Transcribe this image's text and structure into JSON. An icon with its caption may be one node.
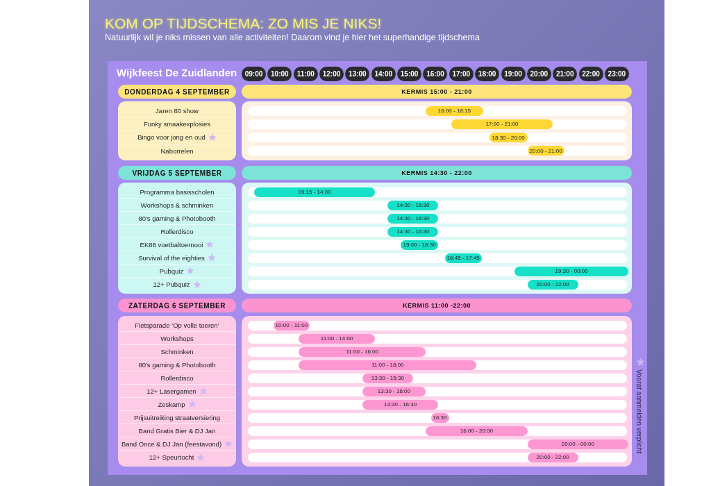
{
  "diagram": {
    "title": "KOM OP TIJDSCHEMA: ZO MIS JE NIKS!",
    "nodes": [
      {
        "text": [
          "Wijkfeest De Zuidlanden"
        ]
      },
      {
        "text": [
          "09:00"
        ],
        "in": 0
      },
      {
        "text": [
          "10:00"
        ],
        "in": 0
      },
      {
        "text": [
          "11:00"
        ],
        "in": 0
      },
      {
        "text": [
          "12:00"
        ],
        "in": 0
      },
      {
        "text": [
          "13:00"
        ],
        "in": 0
      },
      {
        "text": [
          "14:00"
        ],
        "in": 0
      },
      {
        "text": [
          "15:00"
        ],
        "in": 0
      },
      {
        "text": [
          "16:00"
        ],
        "in": 0
      },
      {
        "text": [
          "17:00"
        ],
        "in": 0
      },
      {
        "text": [
          "18:00"
        ],
        "in": 0
      },
      {
        "text": [
          "19:00"
        ],
        "in": 0
      },
      {
        "text": [
          "20:00"
        ],
        "in": 0
      },
      {
        "text": [
          "21:00"
        ],
        "in": 0
      },
      {
        "text": [
          "22:00"
        ],
        "in": 0
      },
      {
        "text": [
          "23:00"
        ],
        "in": 0
      },
      {
        "text": [
          "DONDERDAG 4 SEPTEMBER"
        ],
        "in": 0
      },
      {
        "text": [
          "KERMIS 15:00 - 21:00"
        ],
        "in": 0
      },
      {
        "text": [],
        "shape": "box",
        "in": 0
      },
      {
        "text": [
          "Jaren 80 show"
        ],
        "in": 18
      },
      {
        "text": [
          "Funky smaakexplosies"
        ],
        "in": 18
      },
      {
        "text": [
          "Bingo voor jong en oud"
        ],
        "in": 18
      },
      {
        "text": [
          "Naborrelen"
        ],
        "in": 18
      },
      {
        "text": [],
        "shape": "box",
        "in": 0
      },
      {
        "text": [
          "16:00 - 18:15"
        ],
        "in": 23
      },
      {
        "text": [
          "17:00 - 21:00"
        ],
        "in": 23
      },
      {
        "text": [
          "18:30 - 20:00"
        ],
        "in": 23
      },
      {
        "text": [
          "20:00 - 21:00"
        ],
        "in": 23
      },
      {
        "text": [
          "VRIJDAG 5 SEPTEMBER"
        ],
        "in": 0
      },
      {
        "text": [
          "KERMIS 14:30 - 22:00"
        ],
        "in": 0
      },
      {
        "text": [],
        "shape": "box",
        "in": 0
      },
      {
        "text": [
          "Programma basisscholen"
        ],
        "in": 30
      },
      {
        "text": [
          "Workshops & schminken"
        ],
        "in": 30
      },
      {
        "text": [
          "80's gaming & Photobooth"
        ],
        "in": 30
      },
      {
        "text": [
          "Rollerdisco"
        ],
        "in": 30
      },
      {
        "text": [
          "EK88 voetbaltoernooi"
        ],
        "in": 30
      },
      {
        "text": [
          "Survival of the eighties"
        ],
        "in": 30
      },
      {
        "text": [
          "Pubquiz"
        ],
        "in": 30
      },
      {
        "text": [
          "12+ Pubquiz"
        ],
        "in": 30
      },
      {
        "text": [],
        "shape": "box",
        "in": 0
      },
      {
        "text": [
          "09:15 - 14:00"
        ],
        "in": 39
      },
      {
        "text": [
          "14:30 - 16:30"
        ],
        "in": 39
      },
      {
        "text": [
          "14:30 - 16:30"
        ],
        "in": 39
      },
      {
        "text": [
          "14:30 - 16:30"
        ],
        "in": 39
      },
      {
        "text": [
          "15:00 - 16:30"
        ],
        "in": 39
      },
      {
        "text": [
          "16:45 - 17:45"
        ],
        "in": 39
      },
      {
        "text": [
          "19:30 - 00:00"
        ],
        "in": 39
      },
      {
        "text": [
          "20:00 - 22:00"
        ],
        "in": 39
      },
      {
        "text": [
          "ZATERDAG 6 SEPTEMBER"
        ],
        "in": 0
      },
      {
        "text": [
          "KERMIS 11:00 -22:00"
        ],
        "in": 0
      },
      {
        "text": [],
        "shape": "box",
        "in": 0
      },
      {
        "text": [
          "Fietsparade ‘Op volle toeren’"
        ],
        "in": 50
      },
      {
        "text": [
          "Workshops"
        ],
        "in": 50
      },
      {
        "text": [
          "Schminken"
        ],
        "in": 50
      },
      {
        "text": [
          "80's gaming & Photobooth"
        ],
        "in": 50
      },
      {
        "text": [
          "Rollerdisco"
        ],
        "in": 50
      },
      {
        "text": [
          "12+ Lasergamen"
        ],
        "in": 50
      },
      {
        "text": [
          "Zeskamp"
        ],
        "in": 50
      },
      {
        "text": [
          "Prijsuitreiking straatversiering"
        ],
        "in": 50
      },
      {
        "text": [
          "Band Gratis Bier & DJ Jan"
        ],
        "in": 50
      },
      {
        "text": [
          "Band Once & DJ Jan (feestavond)"
        ],
        "in": 50
      },
      {
        "text": [
          "12+ Speurtocht"
        ],
        "in": 50
      },
      {
        "text": [],
        "shape": "box",
        "in": 0
      },
      {
        "text": [
          "10:00 - 11:00"
        ],
        "in": 62
      },
      {
        "text": [
          "11:00 - 14:00"
        ],
        "in": 62
      },
      {
        "text": [
          "11:00 - 16:00"
        ],
        "in": 62
      },
      {
        "text": [
          "11:00 - 18:00"
        ],
        "in": 62
      },
      {
        "text": [
          "13:30 - 15:30"
        ],
        "in": 62
      },
      {
        "text": [
          "13:30 - 16:00"
        ],
        "in": 62
      },
      {
        "text": [
          "13:30 - 16:30"
        ],
        "in": 62
      },
      {
        "text": [
          "16:30"
        ],
        "in": 62
      },
      {
        "text": [
          "16:00 - 20:00"
        ],
        "in": 62
      },
      {
        "text": [
          "20:00 - 00:00"
        ],
        "in": 62
      },
      {
        "text": [
          "20:00 - 22:00"
        ],
        "in": 62
      }
    ],
    "labels": [
      "Natuurlijk wil je niks missen van alle activiteiten! Daarom vind je hier het superhandige tijdschema",
      "Vooraf aanmelden verplicht"
    ]
  }
}
